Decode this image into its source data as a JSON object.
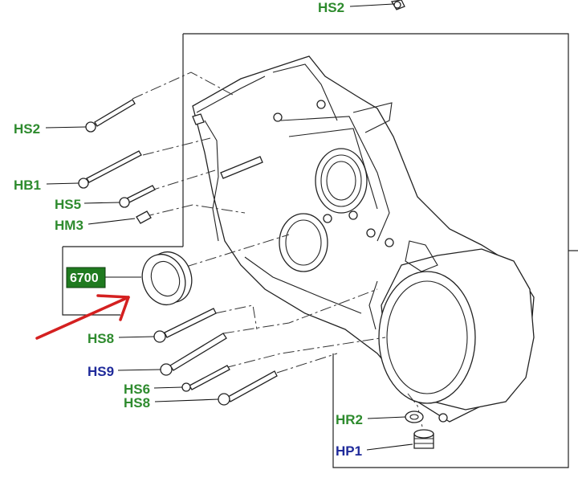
{
  "callouts": {
    "hs2_top": "HS2",
    "hs2": "HS2",
    "hb1": "HB1",
    "hs5": "HS5",
    "hm3": "HM3",
    "part_6700": "6700",
    "hs8": "HS8",
    "hs9": "HS9",
    "hs6": "HS6",
    "hs8_b": "HS8",
    "hr2": "HR2",
    "hp1": "HP1"
  },
  "colors": {
    "label_green": "#2e8b2e",
    "label_blue": "#1f2a9a",
    "highlight_bg": "#1f7a1f",
    "arrow_red": "#d42020"
  }
}
